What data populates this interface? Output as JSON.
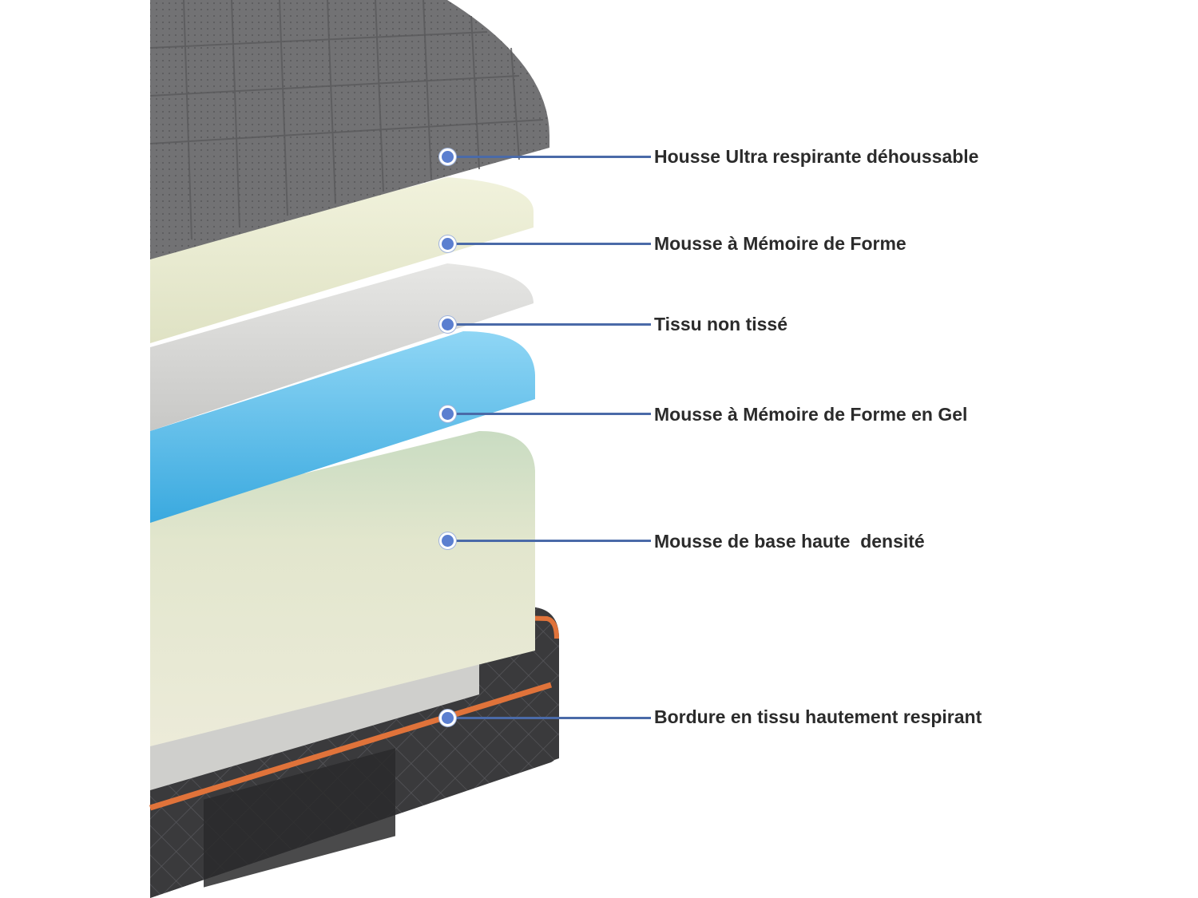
{
  "callouts": [
    {
      "label": "Housse Ultra respirante déhoussable"
    },
    {
      "label": "Mousse à Mémoire de Forme"
    },
    {
      "label": "Tissu non tissé"
    },
    {
      "label": "Mousse à Mémoire de Forme en Gel"
    },
    {
      "label": "Mousse de base haute  densité"
    },
    {
      "label": "Bordure en tissu hautement respirant"
    }
  ],
  "colors": {
    "cover": "#7a7a7a",
    "memory_foam": "#e6e8c9",
    "non_woven": "#d6d6d3",
    "gel_foam": "#4fb8e8",
    "base_foam": "#e3e6cf",
    "border_fabric": "#3a3a3c",
    "piping": "#e0733a",
    "callout_line": "#4a6aa8",
    "callout_dot": "#5b7fd0"
  }
}
